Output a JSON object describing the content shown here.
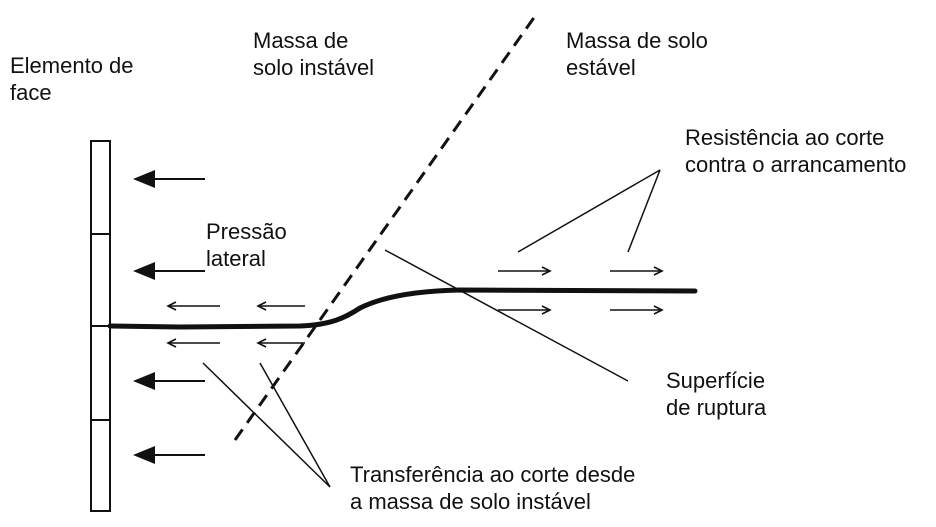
{
  "labels": {
    "face_element": [
      "Elemento de",
      "face"
    ],
    "unstable_mass": [
      "Massa de",
      "solo instável"
    ],
    "stable_mass": [
      "Massa de solo",
      "estável"
    ],
    "shear_resistance": [
      "Resistência ao corte",
      "contra o arrancamento"
    ],
    "lateral_pressure": [
      "Pressão",
      "lateral"
    ],
    "rupture_surface": [
      "Superfície",
      "de ruptura"
    ],
    "shear_transfer": [
      "Transferência ao corte desde",
      "a massa de solo instável"
    ]
  },
  "colors": {
    "ink": "#111111",
    "background": "#ffffff"
  }
}
